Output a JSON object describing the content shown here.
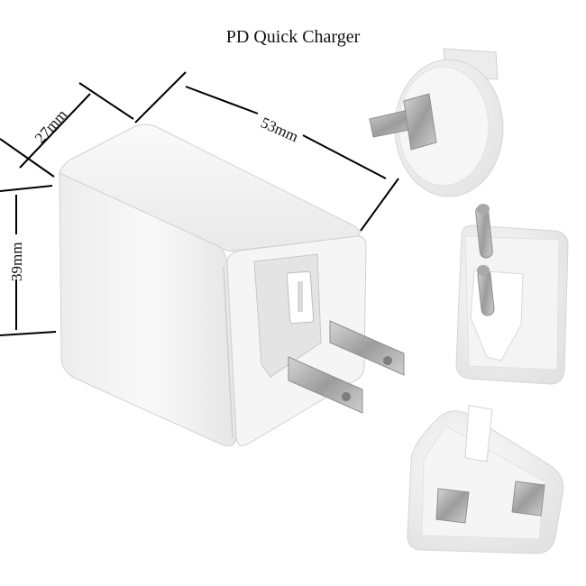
{
  "title": "PD Quick Charger",
  "dimensions": {
    "depth": "27mm",
    "length": "53mm",
    "height": "39mm"
  },
  "colors": {
    "body": "#f3f3f3",
    "shade": "#dcdcdc",
    "pin_metal": "#b8b8b8",
    "dim_line": "#000000"
  }
}
